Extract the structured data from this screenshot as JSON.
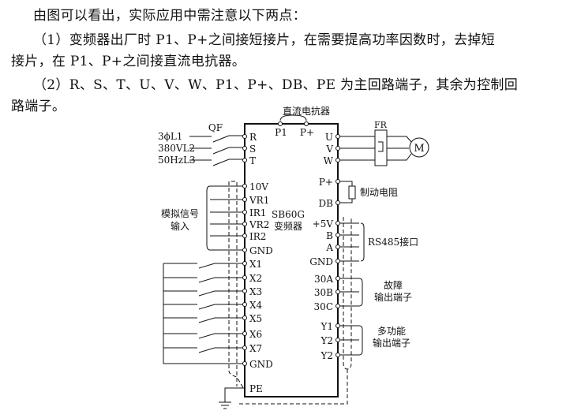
{
  "text": {
    "line1": "由图可以看出，实际应用中需注意以下两点：",
    "line2": "（1）变频器出厂时 P1、P+之间接短接片，在需要提高功率因数时，去掉短",
    "line3": "接片，在 P1、P+之间接直流电抗器。",
    "line4": "（2）R、S、T、U、V、W、P1、P+、DB、PE 为主回路端子，其余为控制回",
    "line5": "路端子。"
  },
  "diagram": {
    "reactor_label": "直流电抗器",
    "top_terminals": [
      "P1",
      "P+"
    ],
    "breaker_label": "QF",
    "supply_labels": [
      "3ϕL1",
      "380VL2",
      "50HzL3"
    ],
    "relay_label": "FR",
    "motor_label": "M",
    "device_label": [
      "SB60G",
      "变频器"
    ],
    "analog_group_label": [
      "模拟信号",
      "输入"
    ],
    "left_terminals": [
      "R",
      "S",
      "T",
      "10V",
      "VR1",
      "IR1",
      "VR2",
      "IR2",
      "GND",
      "X1",
      "X2",
      "X3",
      "X4",
      "X5",
      "X6",
      "X7",
      "GND",
      "PE"
    ],
    "right_terminals": [
      "U",
      "V",
      "W",
      "P+",
      "DB",
      "+5V",
      "B",
      "A",
      "GND",
      "30A",
      "30B",
      "30C",
      "Y1",
      "Y2",
      "Y2"
    ],
    "brake_resistor_label": "制动电阻",
    "rs485_label": "RS485接口",
    "fault_output_label": [
      "故障",
      "输出端子"
    ],
    "multi_output_label": [
      "多功能",
      "输出端子"
    ]
  }
}
